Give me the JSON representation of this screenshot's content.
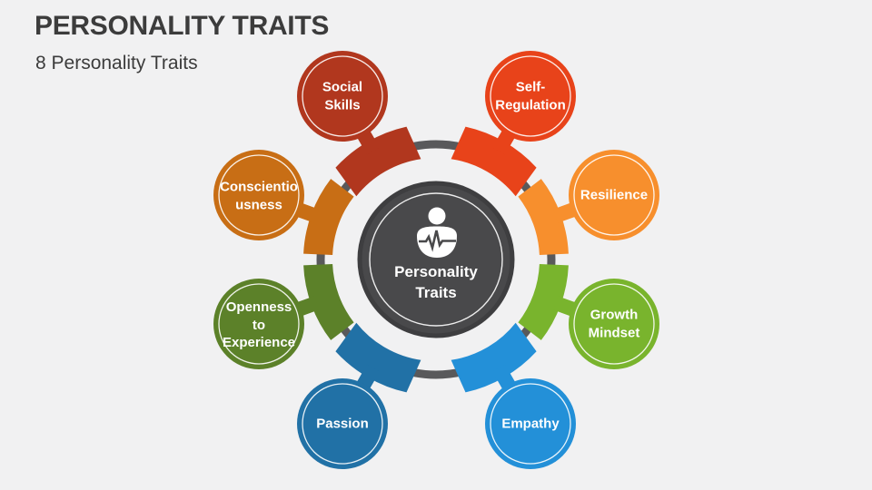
{
  "page": {
    "background_color": "#F1F1F2"
  },
  "header": {
    "title": "PERSONALITY TRAITS",
    "subtitle": "8 Personality Traits",
    "text_color": "#3C3C3C"
  },
  "hub": {
    "label": "Personality\nTraits",
    "color": "#49494B",
    "edge_color": "#3E3E40",
    "ring_color": "#59595B",
    "icon": "person-heartbeat-icon",
    "icon_color": "#FFFFFF"
  },
  "traits": [
    {
      "id": "social-skills",
      "label": "Social\nSkills",
      "color": "#B1371E",
      "position": "top-left"
    },
    {
      "id": "self-regulation",
      "label": "Self-\nRegulation",
      "color": "#E8431A",
      "position": "top-right"
    },
    {
      "id": "resilience",
      "label": "Resilience",
      "color": "#F78F2D",
      "position": "right-upper"
    },
    {
      "id": "growth-mindset",
      "label": "Growth\nMindset",
      "color": "#79B42D",
      "position": "right-lower"
    },
    {
      "id": "empathy",
      "label": "Empathy",
      "color": "#2390D8",
      "position": "bottom-right"
    },
    {
      "id": "passion",
      "label": "Passion",
      "color": "#2171A6",
      "position": "bottom-left"
    },
    {
      "id": "openness",
      "label": "Openness\nto\nExperience",
      "color": "#5C8129",
      "position": "left-lower"
    },
    {
      "id": "conscientiousness",
      "label": "Conscientio\nusness",
      "color": "#C86E15",
      "position": "left-upper"
    }
  ]
}
